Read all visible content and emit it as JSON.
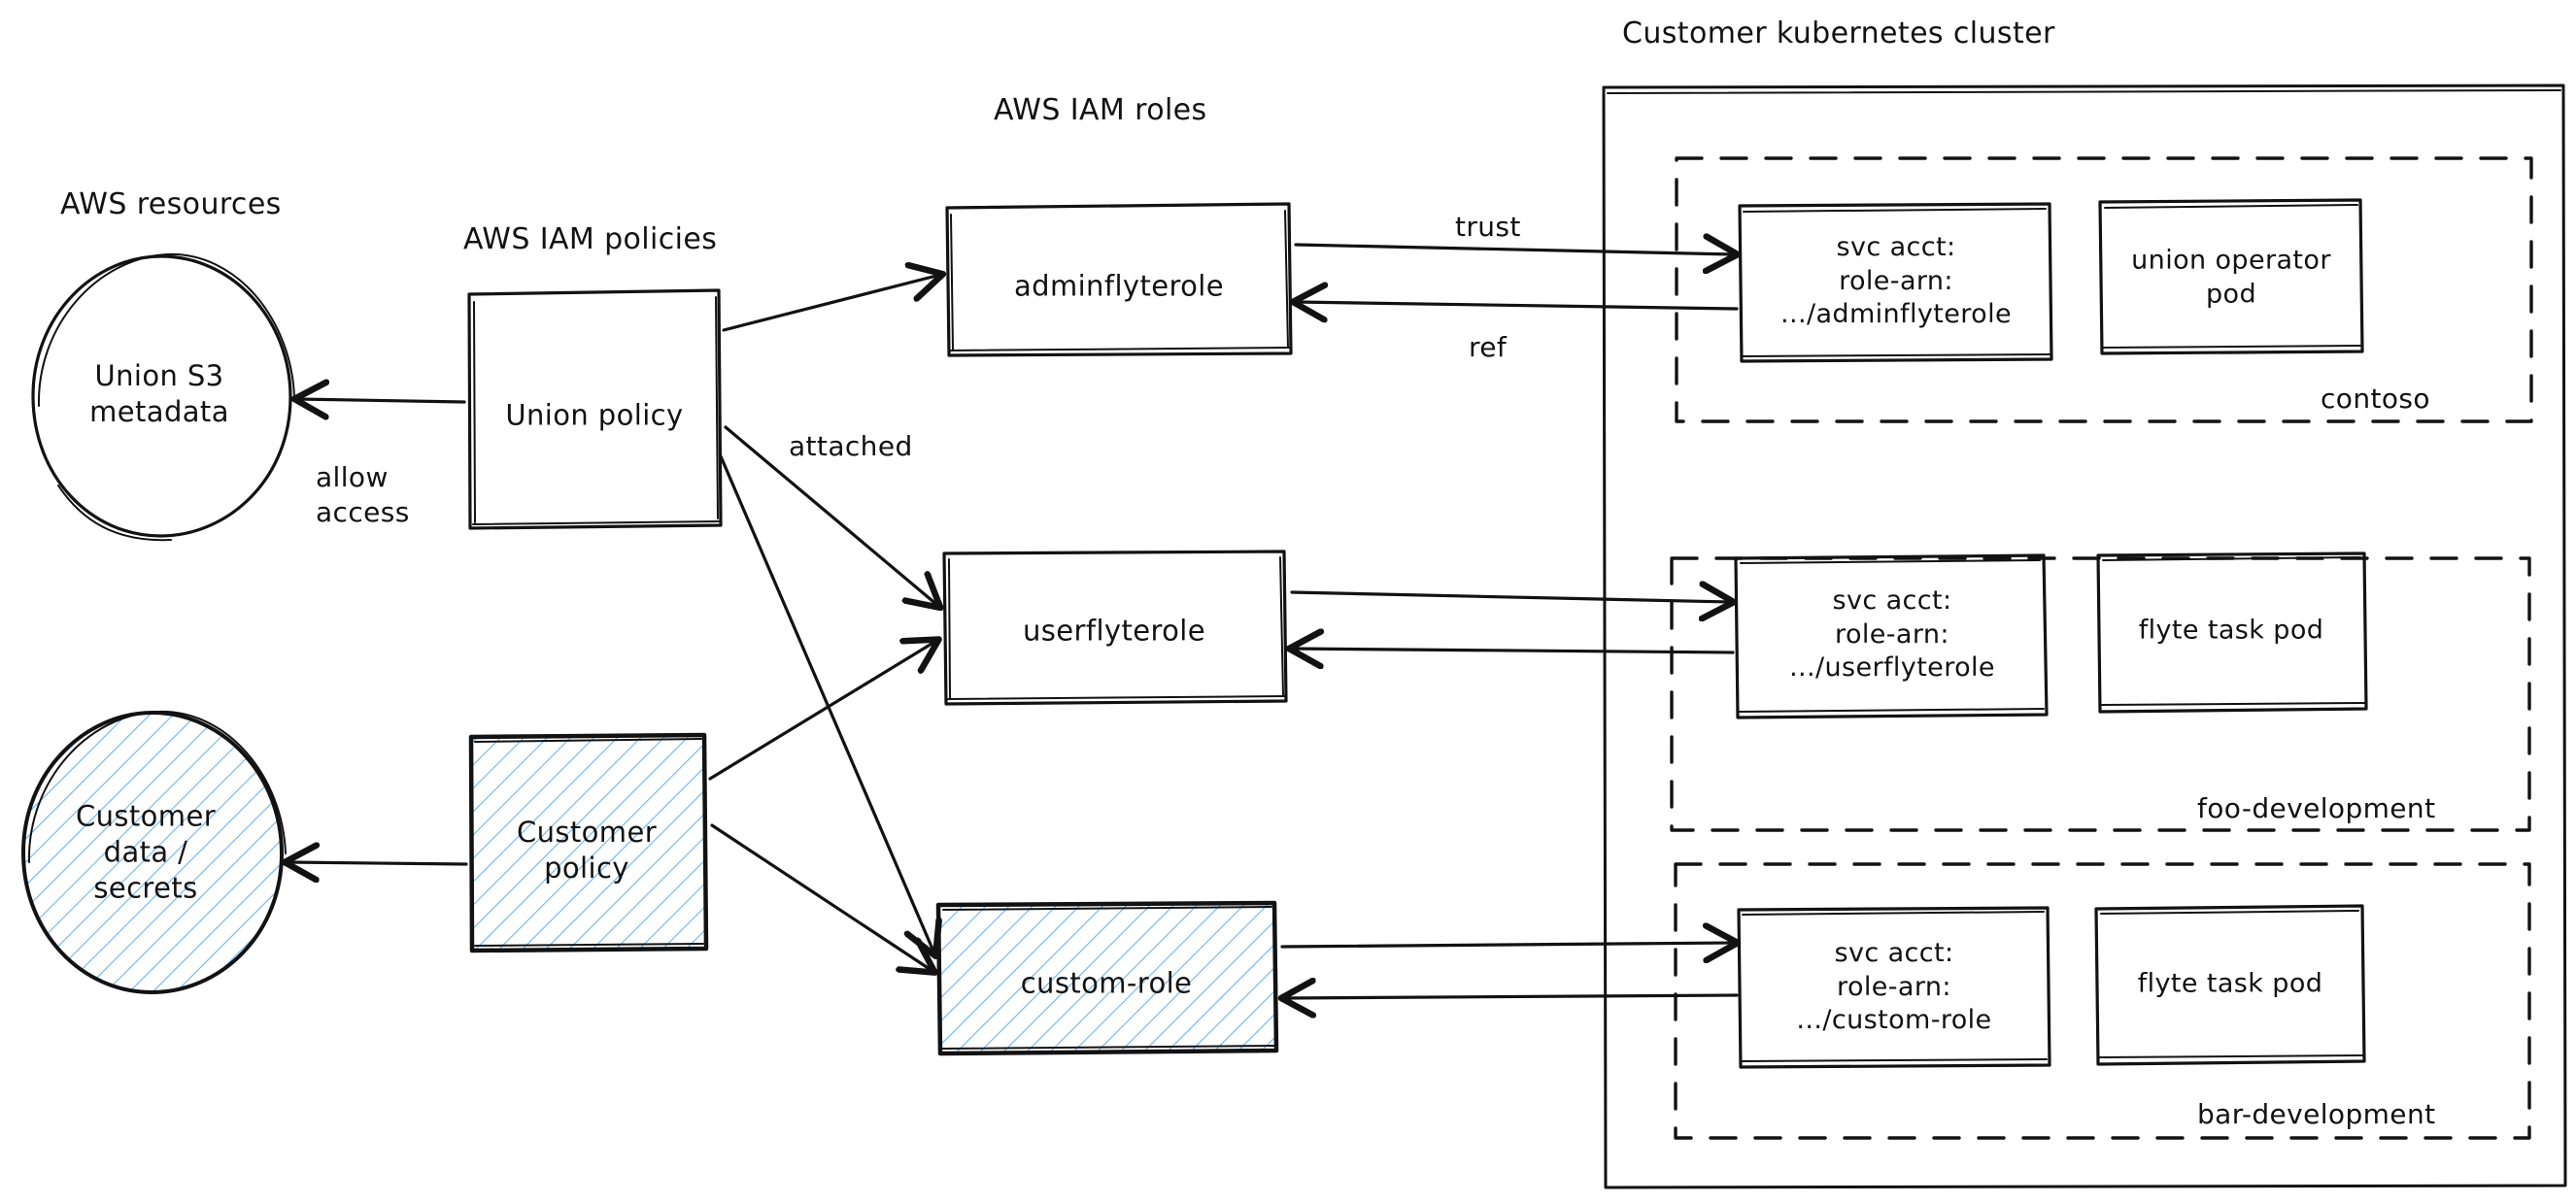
{
  "diagram": {
    "title": "AWS IAM roles and customer Kubernetes cluster trust diagram",
    "style": "hand-drawn sketch",
    "colors": {
      "stroke": "#121212",
      "background": "#ffffff",
      "highlight_fill": "#4a9eea",
      "highlight_stroke": "#1971c2"
    }
  },
  "group_titles": {
    "aws_resources": "AWS resources",
    "aws_iam_policies": "AWS IAM policies",
    "aws_iam_roles": "AWS IAM roles",
    "customer_cluster": "Customer kubernetes cluster"
  },
  "resources": [
    {
      "id": "union-s3-metadata",
      "label": "Union S3\nmetadata",
      "shape": "ellipse",
      "highlighted": false
    },
    {
      "id": "customer-data-secrets",
      "label": "Customer\ndata /\nsecrets",
      "shape": "ellipse",
      "highlighted": true
    }
  ],
  "policies": [
    {
      "id": "union-policy",
      "label": "Union policy",
      "shape": "rectangle",
      "highlighted": false
    },
    {
      "id": "customer-policy",
      "label": "Customer\npolicy",
      "shape": "rectangle",
      "highlighted": true
    }
  ],
  "roles": [
    {
      "id": "adminflyterole",
      "label": "adminflyterole",
      "highlighted": false
    },
    {
      "id": "userflyterole",
      "label": "userflyterole",
      "highlighted": false
    },
    {
      "id": "custom-role",
      "label": "custom-role",
      "highlighted": true
    }
  ],
  "namespaces": [
    {
      "id": "contoso",
      "label": "contoso",
      "service_account": "svc acct:\nrole-arn:\n.../adminflyterole",
      "pod": "union operator\npod"
    },
    {
      "id": "foo-development",
      "label": "foo-development",
      "service_account": "svc acct:\nrole-arn:\n.../userflyterole",
      "pod": "flyte task pod"
    },
    {
      "id": "bar-development",
      "label": "bar-development",
      "service_account": "svc acct:\nrole-arn:\n.../custom-role",
      "pod": "flyte task pod"
    }
  ],
  "edge_labels": {
    "allow_access": "allow\naccess",
    "attached": "attached",
    "trust": "trust",
    "ref": "ref"
  }
}
